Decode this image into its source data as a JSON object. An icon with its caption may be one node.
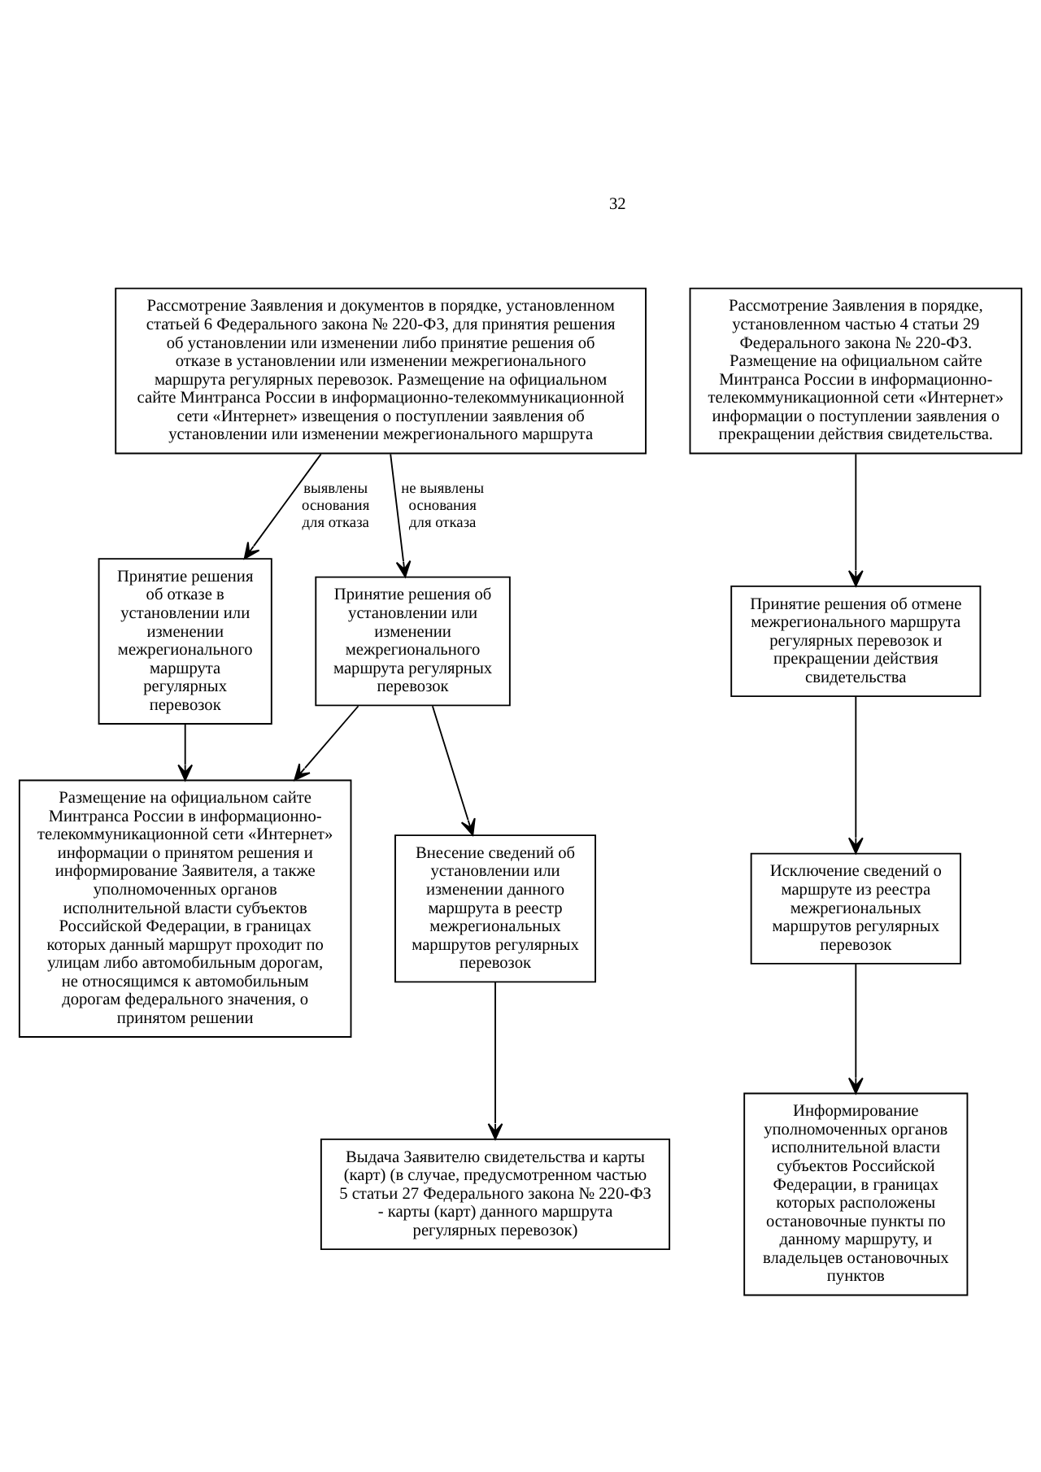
{
  "diagram": {
    "nodes": [
      {
        "text": [
          "Рассмотрение Заявления и документов в порядке, установленном статьей 6 Федерального закона № 220-ФЗ, для принятия решения об установлении или изменении либо принятие решения об отказе в установлении или изменении межрегионального маршрута регулярных перевозок. Размещение на официальном сайте Минтранса России в информационно-телекоммуникационной сети «Интернет» извещения о поступлении заявления об установлении или изменении межрегионального маршрута"
        ]
      },
      {
        "text": [
          "Рассмотрение Заявления в порядке, установленном частью 4 статьи 29 Федерального закона № 220-ФЗ. Размещение на официальном сайте Минтранса России в информационно-телекоммуникационной сети «Интернет» информации о поступлении заявления о прекращении действия свидетельства."
        ]
      },
      {
        "text": [
          "Принятие решения об отказе в установлении или изменении межрегионального маршрута регулярных перевозок"
        ]
      },
      {
        "text": [
          "Принятие решения об установлении или изменении межрегионального маршрута регулярных перевозок"
        ]
      },
      {
        "text": [
          "Размещение на официальном сайте Минтранса России в информационно-телекоммуникационной сети «Интернет» информации о принятом решения и информирование Заявителя, а также уполномоченных органов исполнительной власти субъектов Российской Федерации, в границах которых данный маршрут проходит по улицам либо автомобильным дорогам, не относящимся к автомобильным дорогам федерального значения, о принятом решении"
        ]
      },
      {
        "text": [
          "Внесение сведений об установлении или изменении данного маршрута в реестр межрегиональных маршрутов регулярных перевозок"
        ]
      },
      {
        "text": [
          "Выдача Заявителю свидетельства и карты (карт) (в случае, предусмотренном частью 5 статьи 27 Федерального закона № 220-ФЗ - карты (карт) данного маршрута регулярных перевозок)"
        ]
      },
      {
        "text": [
          "Принятие решения об отмене межрегионального маршрута регулярных перевозок и прекращении действия свидетельства"
        ]
      },
      {
        "text": [
          "Исключение сведений о маршруте из реестра межрегиональных маршрутов регулярных перевозок"
        ]
      },
      {
        "text": [
          "Информирование уполномоченных органов исполнительной власти субъектов Российской Федерации, в границах которых расположены остановочные пункты по данному маршруту, и владельцев остановочных пунктов"
        ]
      }
    ],
    "edges": [
      {
        "from": 0,
        "to": 2,
        "arrow": "to",
        "label": "выявлены основания для отказа"
      },
      {
        "from": 0,
        "to": 3,
        "arrow": "to",
        "label": "не выявлены основания для отказа"
      },
      {
        "from": 2,
        "to": 4,
        "arrow": "to"
      },
      {
        "from": 3,
        "to": 4,
        "arrow": "to"
      },
      {
        "from": 3,
        "to": 5,
        "arrow": "to"
      },
      {
        "from": 5,
        "to": 6,
        "arrow": "to"
      },
      {
        "from": 1,
        "to": 7,
        "arrow": "to"
      },
      {
        "from": 7,
        "to": 8,
        "arrow": "to"
      },
      {
        "from": 8,
        "to": 9,
        "arrow": "to"
      }
    ],
    "labels": [
      "32"
    ]
  }
}
